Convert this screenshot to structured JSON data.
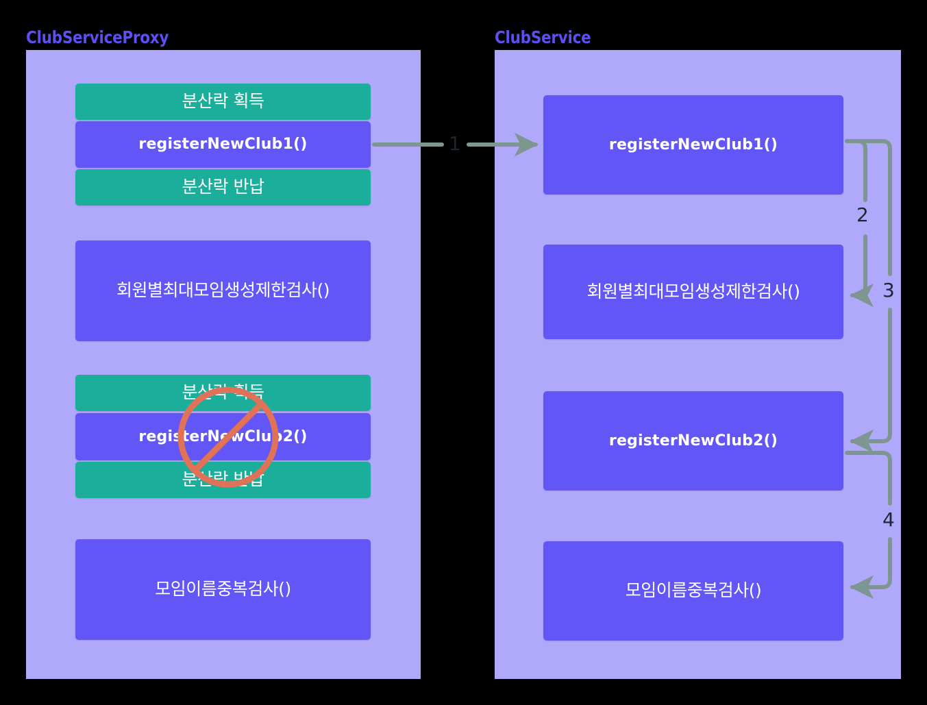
{
  "diagram": {
    "type": "sequence-flow",
    "background_color": "#000000",
    "panel_color": "#B0A8FA",
    "method_box_color": "#6356F6",
    "lock_box_color": "#1BAE9B",
    "arrow_color": "#7E9692",
    "title_color": "#5D4FF0",
    "prohibition_color": "#E07258"
  },
  "panels": [
    {
      "id": "proxy",
      "title": "ClubServiceProxy",
      "nodes": [
        {
          "label": "분산락 획득",
          "kind": "lock"
        },
        {
          "label": "registerNewClub1()",
          "kind": "method"
        },
        {
          "label": "분산락 반납",
          "kind": "lock"
        },
        {
          "label": "회원별최대모임생성제한검사()",
          "kind": "method"
        },
        {
          "label": "분산락 획득",
          "kind": "lock"
        },
        {
          "label": "registerNewClub2()",
          "kind": "method"
        },
        {
          "label": "분산락 반납",
          "kind": "lock"
        },
        {
          "label": "모임이름중복검사()",
          "kind": "method"
        }
      ]
    },
    {
      "id": "service",
      "title": "ClubService",
      "nodes": [
        {
          "label": "registerNewClub1()",
          "kind": "method"
        },
        {
          "label": "회원별최대모임생성제한검사()",
          "kind": "method"
        },
        {
          "label": "registerNewClub2()",
          "kind": "method"
        },
        {
          "label": "모임이름중복검사()",
          "kind": "method"
        }
      ]
    }
  ],
  "arrows": [
    {
      "id": "1",
      "label": "1",
      "from": "proxy.registerNewClub1()",
      "to": "service.registerNewClub1()"
    },
    {
      "id": "2",
      "label": "2",
      "from": "service.registerNewClub1()",
      "to": "service.회원별최대모임생성제한검사()"
    },
    {
      "id": "3",
      "label": "3",
      "from": "service.registerNewClub1()",
      "to": "service.registerNewClub2()"
    },
    {
      "id": "4",
      "label": "4",
      "from": "service.registerNewClub2()",
      "to": "service.모임이름중복검사()"
    }
  ],
  "overlays": [
    {
      "id": "prohibition",
      "icon": "prohibition-icon",
      "covers": "proxy second lock group"
    }
  ]
}
